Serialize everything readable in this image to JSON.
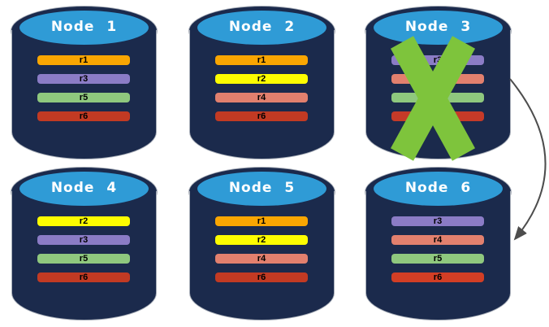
{
  "diagram": {
    "background": "#FFFFFF",
    "colors": {
      "cylinder_body": "#1B2A4C",
      "cylinder_top": "#2F9BD6",
      "cylinder_outline": "#A9AFB9",
      "title_text": "#FFFFFF",
      "bar_text": "#000000",
      "cross": "#7EC43C",
      "arrow": "#4D4D4D"
    },
    "nodes": [
      {
        "title": "Node 1",
        "failed": false,
        "bars": [
          {
            "label": "r1",
            "color": "#F9A602"
          },
          {
            "label": "r3",
            "color": "#8B7CC6"
          },
          {
            "label": "r5",
            "color": "#8FC87E"
          },
          {
            "label": "r6",
            "color": "#C23A23"
          }
        ]
      },
      {
        "title": "Node 2",
        "failed": false,
        "bars": [
          {
            "label": "r1",
            "color": "#F9A602"
          },
          {
            "label": "r2",
            "color": "#FDFD00"
          },
          {
            "label": "r4",
            "color": "#E2806E"
          },
          {
            "label": "r6",
            "color": "#C23A23"
          }
        ]
      },
      {
        "title": "Node 3",
        "failed": true,
        "bars": [
          {
            "label": "r3",
            "color": "#8B7CC6"
          },
          {
            "label": "",
            "color": "#E2806E"
          },
          {
            "label": "",
            "color": "#8FC87E"
          },
          {
            "label": "",
            "color": "#C63A28"
          }
        ]
      },
      {
        "title": "Node 4",
        "failed": false,
        "bars": [
          {
            "label": "r2",
            "color": "#FDFD00"
          },
          {
            "label": "r3",
            "color": "#8B7CC6"
          },
          {
            "label": "r5",
            "color": "#8FC87E"
          },
          {
            "label": "r6",
            "color": "#C23A23"
          }
        ]
      },
      {
        "title": "Node 5",
        "failed": false,
        "bars": [
          {
            "label": "r1",
            "color": "#F9A602"
          },
          {
            "label": "r2",
            "color": "#FDFD00"
          },
          {
            "label": "r4",
            "color": "#E2806E"
          },
          {
            "label": "r6",
            "color": "#C23A23"
          }
        ]
      },
      {
        "title": "Node 6",
        "failed": false,
        "bars": [
          {
            "label": "r3",
            "color": "#8B7CC6"
          },
          {
            "label": "r4",
            "color": "#E2806E"
          },
          {
            "label": "r5",
            "color": "#8FC87E"
          },
          {
            "label": "r6",
            "color": "#D23E25"
          }
        ]
      }
    ],
    "failure_cross": {
      "on_node": "Node 3"
    },
    "arrow": {
      "from": "Node 3",
      "to": "Node 6"
    }
  }
}
